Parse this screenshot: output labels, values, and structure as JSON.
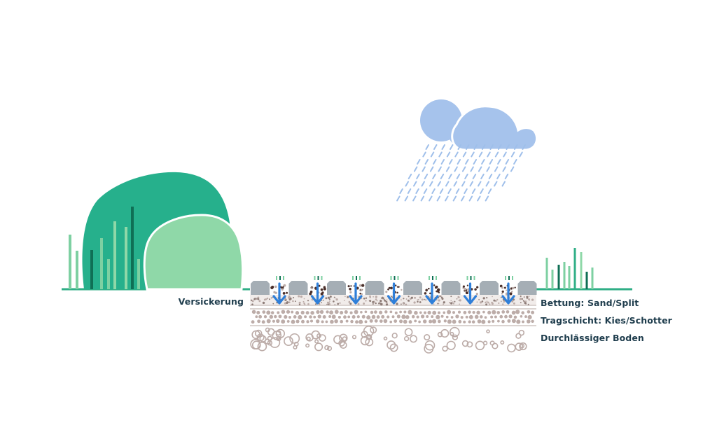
{
  "labels": {
    "infiltration": "Versickerung",
    "bedding": "Bettung: Sand/Split",
    "base_layer": "Tragschicht: Kies/Schotter",
    "subsoil": "Durchlässiger Boden"
  },
  "colors": {
    "bush_dark": "#26b08c",
    "bush_light": "#8fd8a8",
    "grass_line": "#2fae86",
    "stem_pale": "#7ed0a2",
    "stem_dark": "#0f6f55",
    "cloud": "#a6c3ec",
    "rain": "#9fbfea",
    "paver": "#a5aeb5",
    "arrow": "#2f7fd9",
    "gravel": "#bcaca8",
    "gravel_dark": "#8e7d78",
    "soil": "#4a2f2a",
    "text": "#1f3d4d"
  },
  "icons": {
    "cloud": "cloud-icon",
    "arrow": "arrow-down-icon"
  }
}
